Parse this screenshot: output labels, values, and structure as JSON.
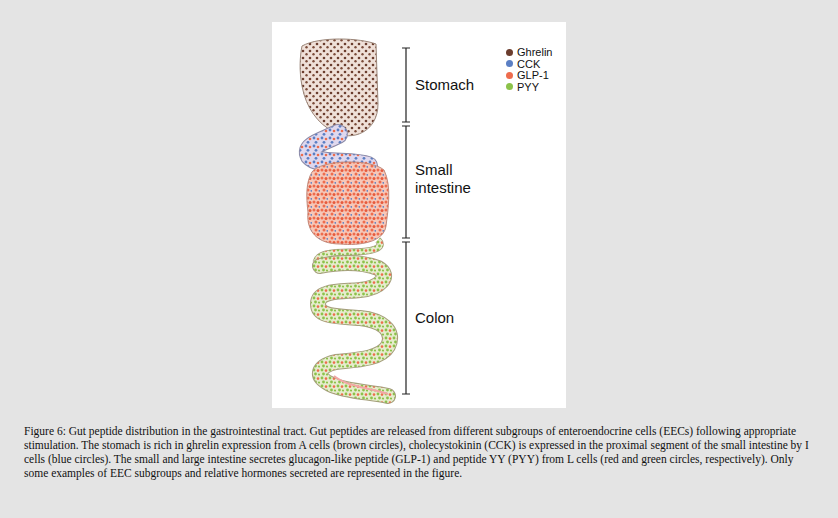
{
  "diagram": {
    "caption": "Figure 6: Gut peptide distribution in the gastrointestinal tract. Gut peptides are released from different subgroups of enteroendocrine cells (EECs) following appropriate stimulation. The stomach is rich in ghrelin expression from A cells (brown circles), cholecystokinin (CCK) is expressed in the proximal segment of the small intestine by I cells (blue circles). The small and large intestine secretes glucagon-like peptide (GLP-1) and peptide YY (PYY) from L cells (red and green circles, respectively). Only some examples of EEC subgroups and relative hormones secreted are represented in the figure.",
    "labels": [
      "Stomach",
      "Small intestine",
      "Colon"
    ],
    "legend": [
      {
        "text": "Ghrelin",
        "color": "#6b3d2e"
      },
      {
        "text": "CCK",
        "color": "#5b7fc4"
      },
      {
        "text": "GLP-1",
        "color": "#ee6c4d"
      },
      {
        "text": "PYY",
        "color": "#8cc24a"
      }
    ]
  }
}
